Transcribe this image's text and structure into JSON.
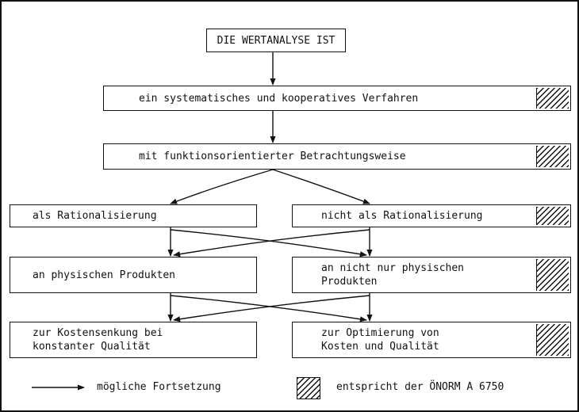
{
  "title": "DIE WERTANALYSE IST",
  "row1": {
    "text": "ein systematisches und kooperatives Verfahren",
    "conforms": true
  },
  "row2": {
    "text": "mit funktionsorientierter Betrachtungsweise",
    "conforms": true
  },
  "row3": {
    "left": {
      "text": "als Rationalisierung",
      "conforms": false
    },
    "right": {
      "text": "nicht als Rationalisierung",
      "conforms": true
    }
  },
  "row4": {
    "left": {
      "text": "an physischen Produkten",
      "conforms": false
    },
    "right": {
      "text": "an nicht nur physischen\nProdukten",
      "conforms": true
    }
  },
  "row5": {
    "left": {
      "text": "zur Kostensenkung bei\nkonstanter Qualität",
      "conforms": false
    },
    "right": {
      "text": "zur Optimierung von\nKosten und Qualität",
      "conforms": true
    }
  },
  "legend": {
    "arrow_label": "mögliche Fortsetzung",
    "hatch_label": "entspricht der ÖNORM A 6750"
  }
}
